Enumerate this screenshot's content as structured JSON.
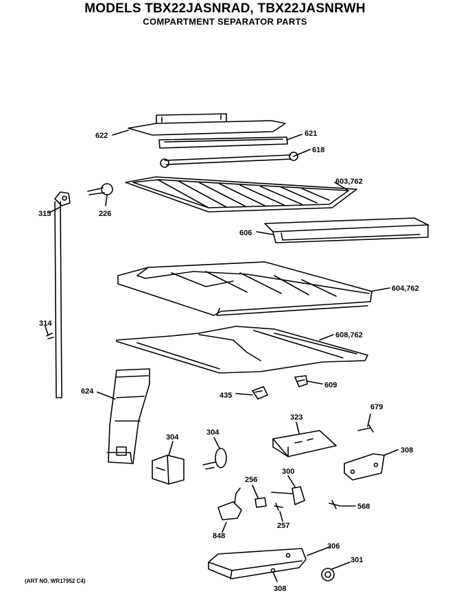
{
  "title": "MODELS TBX22JASNRAD, TBX22JASNRWH",
  "subtitle": "COMPARTMENT SEPARATOR PARTS",
  "art_no": "(ART NO. WR17952 C4)",
  "callouts": {
    "p622": "622",
    "p621": "621",
    "p618": "618",
    "p603": "603,762",
    "p315": "315",
    "p226": "226",
    "p606": "606",
    "p604": "604,762",
    "p314": "314",
    "p608": "608,762",
    "p624": "624",
    "p435": "435",
    "p609": "609",
    "p679": "679",
    "p323": "323",
    "p308a": "308",
    "p304a": "304",
    "p304b": "304",
    "p256": "256",
    "p300": "300",
    "p568": "568",
    "p848": "848",
    "p257": "257",
    "p306": "306",
    "p301": "301",
    "p308b": "308"
  }
}
